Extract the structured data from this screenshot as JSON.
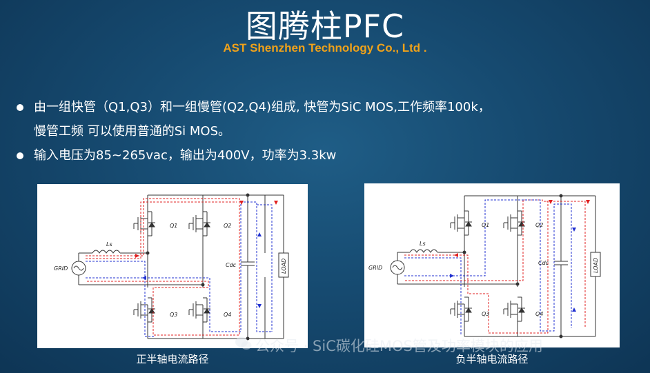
{
  "slide": {
    "title": "图腾柱PFC",
    "subtitle": "AST Shenzhen Technology Co., Ltd .",
    "bullets": [
      {
        "line1": "由一组快管（Q1,Q3）和一组慢管(Q2,Q4)组成, 快管为SiC MOS,工作频率100k，",
        "line2": "慢管工频 可以使用普通的Si MOS。"
      },
      {
        "line1": "输入电压为85~265vac，输出为400V，功率为3.3kw"
      }
    ]
  },
  "diagrams": [
    {
      "caption": "正半轴电流路径",
      "labels": {
        "ls": "Ls",
        "grid": "GRID",
        "q1": "Q1",
        "q2": "Q2",
        "q3": "Q3",
        "q4": "Q4",
        "cdc": "Cdc",
        "load": "LOAD"
      }
    },
    {
      "caption": "负半轴电流路径",
      "labels": {
        "ls": "Ls",
        "grid": "GRID",
        "q1": "Q1",
        "q2": "Q2",
        "q3": "Q3",
        "q4": "Q4",
        "cdc": "Cdc",
        "load": "LOAD"
      }
    }
  ],
  "watermark": {
    "text": "公众号 · SiC碳化硅MOS管及功率模块的应用",
    "icon": "wechat-icon"
  },
  "colors": {
    "current_red": "#e02020",
    "current_blue": "#2030d0",
    "subtitle": "#f0a21a"
  }
}
